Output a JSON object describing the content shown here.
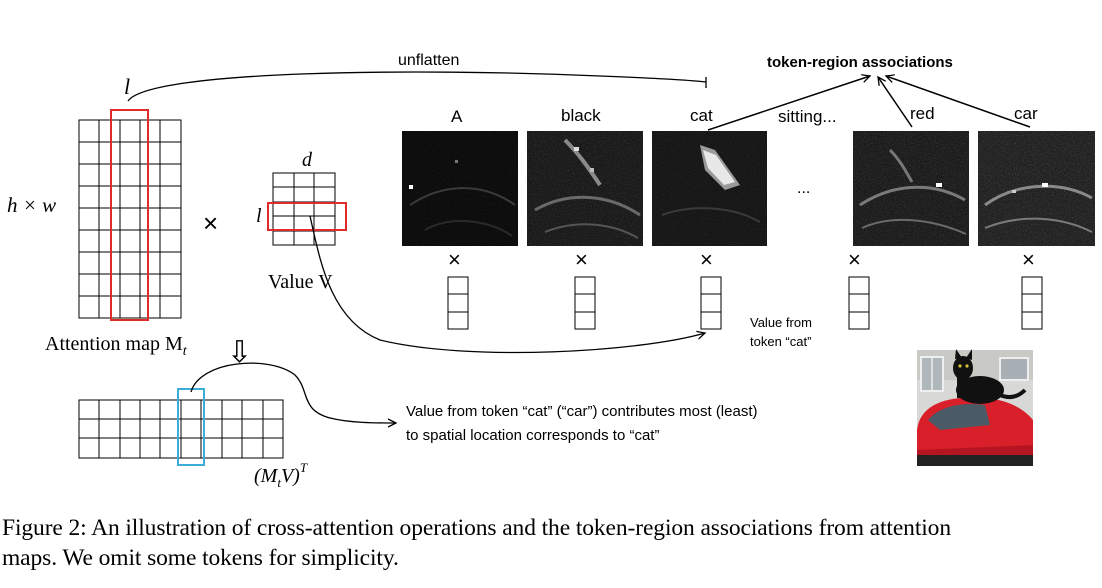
{
  "figure": {
    "unflatten_label": "unflatten",
    "associations_title": "token-region associations",
    "l_top": "l",
    "hw_label": "h × w",
    "times_symbol": "×",
    "d_label": "d",
    "l_value": "l",
    "value_v_label": "Value V",
    "attention_map_label": "Attention map M",
    "attention_map_sub": "t",
    "down_arrow": "⇩",
    "mv_label": "(M",
    "mv_sub": "t",
    "mv_rest": "V)",
    "mv_sup": "T",
    "tokens": [
      {
        "label": "A"
      },
      {
        "label": "black"
      },
      {
        "label": "cat"
      },
      {
        "label": "sitting..."
      },
      {
        "label": "red"
      },
      {
        "label": "car"
      }
    ],
    "ellipsis": "...",
    "value_from_line1": "Value from",
    "value_from_line2": "token “cat”",
    "contrib_line1": "Value from token “cat” (“car”) contributes most (least)",
    "contrib_line2": "to spatial location corresponds to “cat”"
  },
  "caption": {
    "line1": "Figure 2: An illustration of cross-attention operations and the token-region associations from attention",
    "line2": "maps. We omit some tokens for simplicity."
  },
  "colors": {
    "red_highlight": "#e02b2b",
    "cyan_highlight": "#3aaed8",
    "car_red": "#d9202a"
  }
}
